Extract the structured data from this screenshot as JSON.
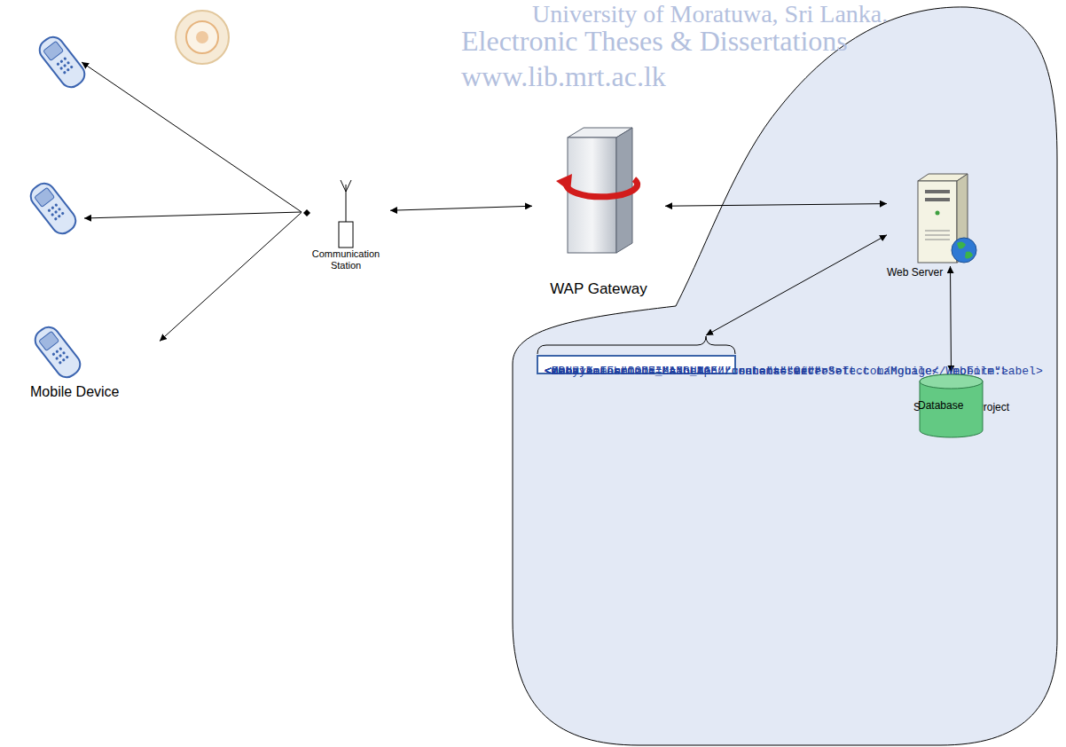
{
  "diagram": {
    "nodes": [
      {
        "text": [
          "Scope of the Project"
        ]
      },
      {
        "text": [
          "Mobile Device"
        ]
      },
      {
        "text": [
          "Communication Station"
        ]
      },
      {
        "text": [
          "WAP Gateway"
        ]
      },
      {
        "text": [
          "Web Server"
        ],
        "in": 0
      },
      {
        "text": [
          "Database"
        ],
        "in": 0
      },
      {
        "text": [
          "<meta name=\"CODE_LANGUAGE\" content=\"C#\">",
          "<body Xmlns:mobile=\"http:// schemas.microsoft.com/Mobile/ WebForm\">",
          "<mobile:Form id=\"Main_Menu\" runat=\"server\">",
          "<P>",
          "<mobile:Label id=\"Label1\" runat=\"server\">Select Language</ mobile:Label>",
          "</P>",
          "</mobile:Form>",
          "</body>"
        ],
        "in": 0
      }
    ],
    "edges": [
      {
        "from": 2,
        "to": 1,
        "arrow": "to"
      },
      {
        "from": 2,
        "to": 3,
        "arrow": "both"
      },
      {
        "from": 3,
        "to": 4,
        "arrow": "both"
      },
      {
        "from": 4,
        "to": 5,
        "arrow": "both"
      },
      {
        "from": 4,
        "to": 6,
        "arrow": "both"
      }
    ],
    "labels": [
      "University of Moratuwa, Sri Lanka.",
      "Electronic Theses & Dissertations",
      "www.lib.mrt.ac.lk"
    ]
  }
}
